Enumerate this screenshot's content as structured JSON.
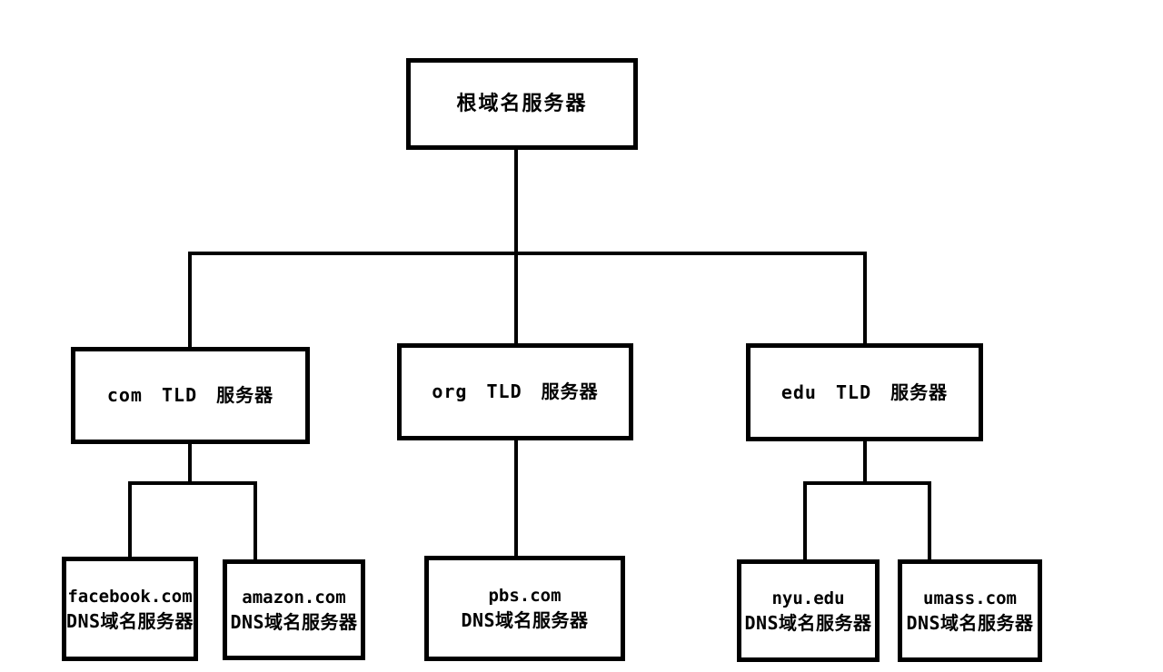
{
  "colors": {
    "line": "#000000",
    "background": "#ffffff",
    "text": "#000000"
  },
  "diagram": {
    "type": "tree",
    "description_visible_text_only": true,
    "nodes": {
      "root": {
        "label": "根域名服务器"
      },
      "com_tld": {
        "label": "com TLD 服务器"
      },
      "org_tld": {
        "label": "org TLD 服务器"
      },
      "edu_tld": {
        "label": "edu TLD 服务器"
      },
      "facebook": {
        "domain": "facebook.com",
        "caption": "DNS域名服务器"
      },
      "amazon": {
        "domain": "amazon.com",
        "caption": "DNS域名服务器"
      },
      "pbs": {
        "domain": "pbs.com",
        "caption": "DNS域名服务器"
      },
      "nyu": {
        "domain": "nyu.edu",
        "caption": "DNS域名服务器"
      },
      "umass": {
        "domain": "umass.com",
        "caption": "DNS域名服务器"
      }
    },
    "edges": [
      {
        "from": "root",
        "to": "com_tld"
      },
      {
        "from": "root",
        "to": "org_tld"
      },
      {
        "from": "root",
        "to": "edu_tld"
      },
      {
        "from": "com_tld",
        "to": "facebook"
      },
      {
        "from": "com_tld",
        "to": "amazon"
      },
      {
        "from": "org_tld",
        "to": "pbs"
      },
      {
        "from": "edu_tld",
        "to": "nyu"
      },
      {
        "from": "edu_tld",
        "to": "umass"
      }
    ]
  }
}
